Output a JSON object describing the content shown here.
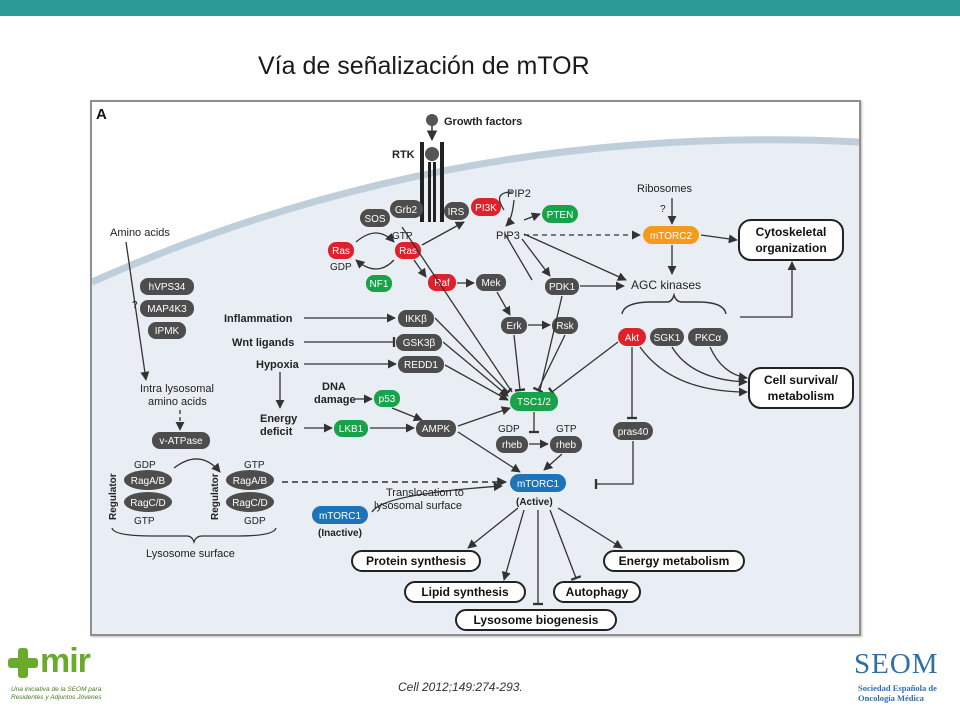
{
  "title": "Vía de señalización de mTOR",
  "citation": "Cell 2012;149:274-293.",
  "colors": {
    "top_bar": "#2a9a97",
    "node_gray": "#4d4d4d",
    "node_red": "#e0202a",
    "node_green": "#18a34a",
    "node_blue": "#1f73b9",
    "node_orange": "#f59a1b",
    "membrane": "#c9d5e0"
  },
  "mir_logo": {
    "word": "mir",
    "subtitle": "Una iniciativa de la SEOM para Residentes y Adjuntos Jóvenes"
  },
  "seom_logo": {
    "word": "SEOM",
    "subtitle": "Sociedad Española de Oncología Médica"
  },
  "diagram": {
    "panel_label": "A",
    "growth_factors": "Growth factors",
    "rtk": "RTK",
    "amino_acids": "Amino acids",
    "ribosomes": "Ribosomes",
    "question_mark": "?",
    "pip2": "PIP2",
    "pip3": "PIP3",
    "gtp": "GTP",
    "gdp": "GDP",
    "agc_kinases": "AGC kinases",
    "cytoskeletal_line1": "Cytoskeletal",
    "cytoskeletal_line2": "organization",
    "cell_survival_line1": "Cell survival/",
    "cell_survival_line2": "metabolism",
    "inflammation": "Inflammation",
    "wnt_ligands": "Wnt ligands",
    "hypoxia": "Hypoxia",
    "dna_line1": "DNA",
    "dna_line2": "damage",
    "energy_line1": "Energy",
    "energy_line2": "deficit",
    "intra_line1": "Intra lysosomal",
    "intra_line2": "amino acids",
    "regulator": "Regulator",
    "lysosome_surface": "Lysosome surface",
    "translocation_line1": "Translocation to",
    "translocation_line2": "lysosomal surface",
    "inactive": "(Inactive)",
    "active": "(Active)",
    "protein_synthesis": "Protein synthesis",
    "lipid_synthesis": "Lipid synthesis",
    "lysosome_biogenesis": "Lysosome biogenesis",
    "autophagy": "Autophagy",
    "energy_metabolism": "Energy metabolism",
    "nodes": {
      "sos": "SOS",
      "grb2": "Grb2",
      "irs": "IRS",
      "pi3k": "PI3K",
      "pten": "PTEN",
      "ras_gdp": "Ras",
      "ras_gtp": "Ras",
      "nf1": "NF1",
      "raf": "Raf",
      "mek": "Mek",
      "pdk1": "PDK1",
      "mtorc2": "mTORC2",
      "hvps34": "hVPS34",
      "map4k3": "MAP4K3",
      "ipmk": "IPMK",
      "ikkb": "IKKβ",
      "gsk3b": "GSK3β",
      "redd1": "REDD1",
      "erk": "Erk",
      "rsk": "Rsk",
      "akt": "Akt",
      "sgk1": "SGK1",
      "pkca": "PKCα",
      "p53": "p53",
      "lkb1": "LKB1",
      "ampk": "AMPK",
      "tsc12": "TSC1/2",
      "rheb_gdp": "rheb",
      "rheb_gtp": "rheb",
      "pras40": "pras40",
      "vatpase": "v-ATPase",
      "mtorc1_active": "mTORC1",
      "mtorc1_inactive": "mTORC1",
      "ragab_left": "RagA/B",
      "ragcd_left": "RagC/D",
      "ragab_right": "RagA/B",
      "ragcd_right": "RagC/D"
    }
  }
}
